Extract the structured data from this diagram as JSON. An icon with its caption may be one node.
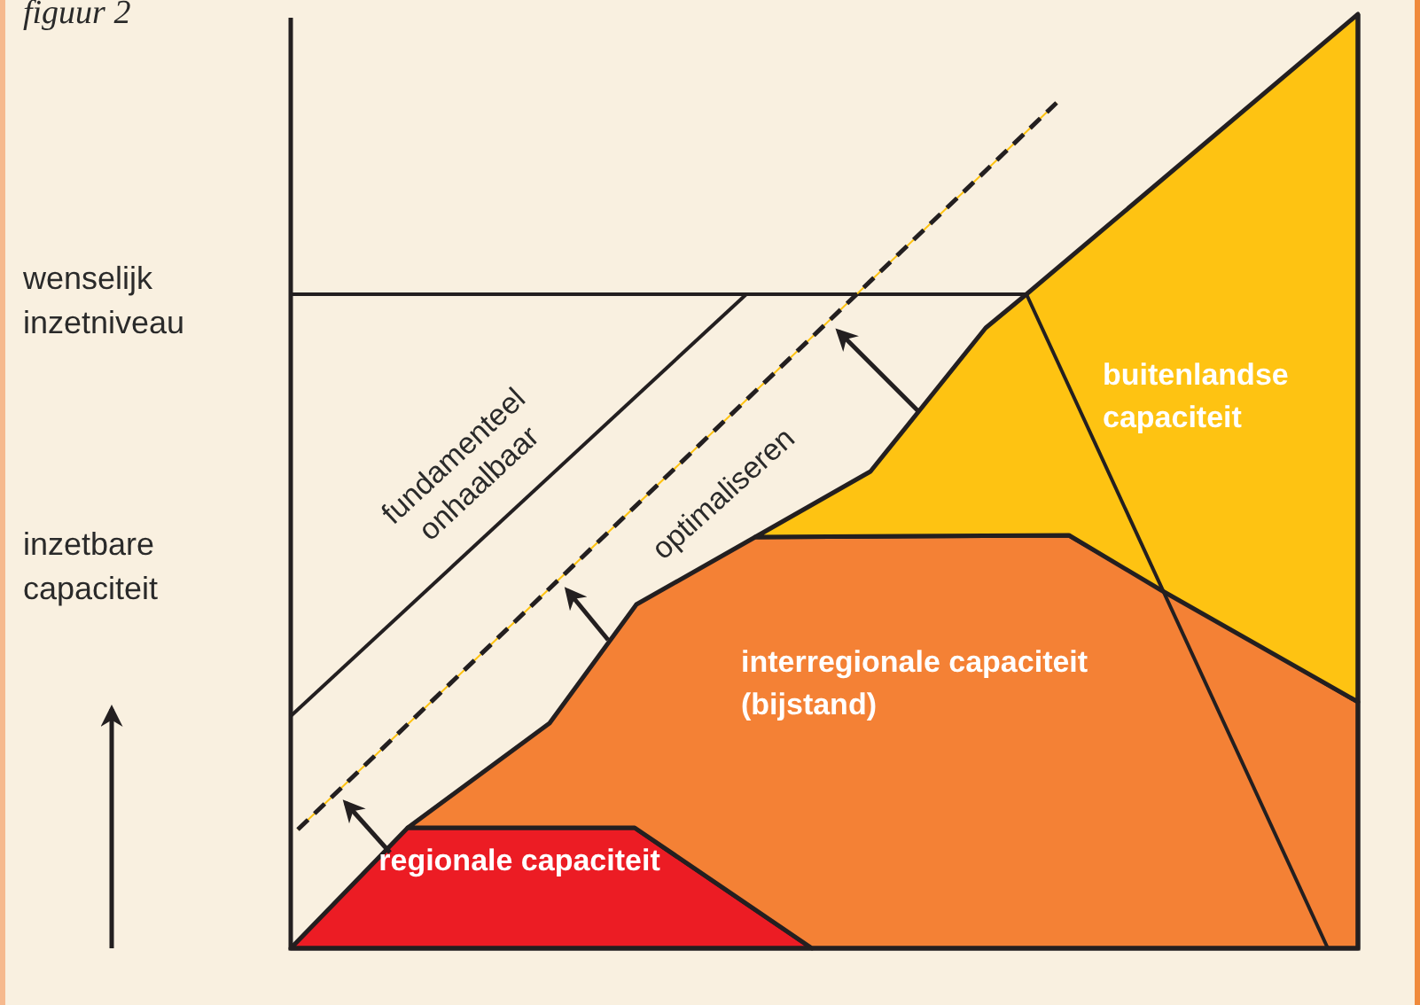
{
  "diagram": {
    "title": "figuur 2",
    "nodes": [
      {
        "text": [
          "regionale capaciteit"
        ]
      },
      {
        "text": [
          "interregionale capaciteit (bijstand)"
        ]
      },
      {
        "text": [
          "buitenlandse capaciteit"
        ]
      }
    ],
    "labels": [
      "wenselijk inzetniveau",
      "inzetbare capaciteit",
      "fundamenteel onhaalbaar",
      "optimaliseren"
    ]
  }
}
